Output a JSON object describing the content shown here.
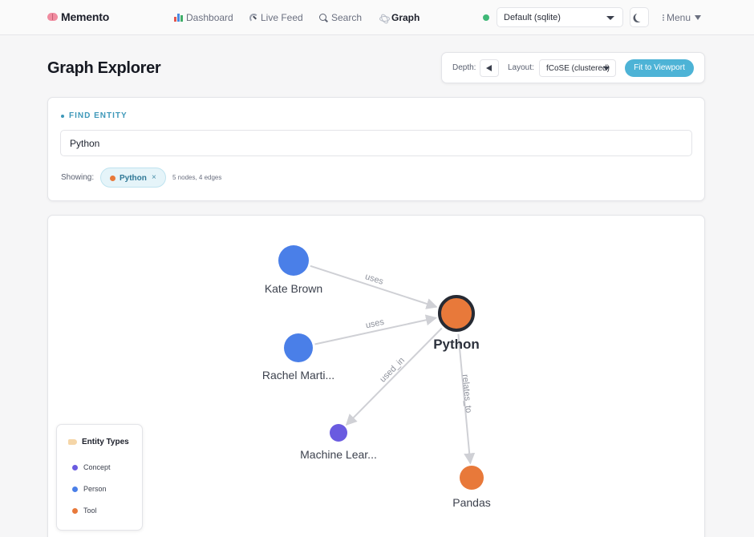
{
  "app": {
    "name": "Memento"
  },
  "nav": {
    "dashboard": "Dashboard",
    "live_feed": "Live Feed",
    "search": "Search",
    "graph": "Graph"
  },
  "database": {
    "selected": "Default (sqlite)",
    "status_color": "#3fb877"
  },
  "menu": {
    "label": "Menu"
  },
  "page": {
    "title": "Graph Explorer"
  },
  "controls": {
    "depth_label": "Depth:",
    "layout_label": "Layout:",
    "layout_value": "fCoSE (clustered)",
    "fit_button": "Fit to Viewport"
  },
  "find": {
    "label": "FIND ENTITY",
    "value": "Python",
    "showing_label": "Showing:",
    "chip_label": "Python",
    "chip_close": "×",
    "counts": "5 nodes, 4 edges"
  },
  "legend": {
    "title": "Entity Types",
    "items": [
      {
        "label": "Concept",
        "color": "#6a5be0"
      },
      {
        "label": "Person",
        "color": "#4a7fe8"
      },
      {
        "label": "Tool",
        "color": "#e8793a"
      }
    ]
  },
  "graph": {
    "nodes": [
      {
        "id": "kate",
        "label": "Kate Brown",
        "type": "Person"
      },
      {
        "id": "rachel",
        "label": "Rachel Marti...",
        "type": "Person"
      },
      {
        "id": "python",
        "label": "Python",
        "type": "Tool",
        "selected": true
      },
      {
        "id": "ml",
        "label": "Machine Lear...",
        "type": "Concept"
      },
      {
        "id": "pandas",
        "label": "Pandas",
        "type": "Tool"
      }
    ],
    "edges": [
      {
        "source": "kate",
        "target": "python",
        "label": "uses"
      },
      {
        "source": "rachel",
        "target": "python",
        "label": "uses"
      },
      {
        "source": "python",
        "target": "ml",
        "label": "used_in"
      },
      {
        "source": "python",
        "target": "pandas",
        "label": "relates_to"
      }
    ]
  },
  "colors": {
    "accent": "#4db3d6",
    "person": "#4a7fe8",
    "tool": "#e8793a",
    "concept": "#6a5be0"
  }
}
